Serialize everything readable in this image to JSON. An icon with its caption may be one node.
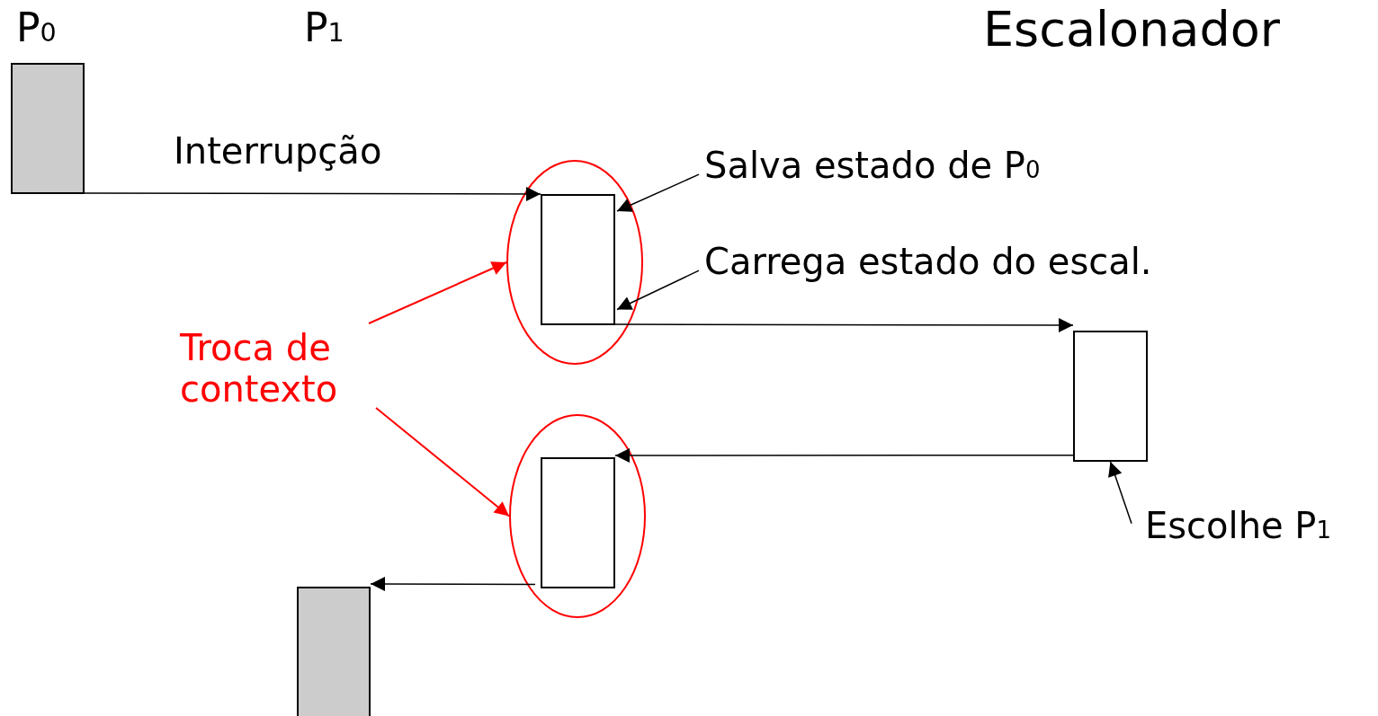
{
  "diagram": {
    "nodes": [
      {
        "text": [],
        "shape": "box"
      },
      {
        "text": [],
        "shape": "ellipse"
      },
      {
        "text": [],
        "shape": "box",
        "in": 1
      },
      {
        "text": [
          "Salva estado de P$_{0}$"
        ]
      },
      {
        "text": [
          "Carrega estado do escal."
        ]
      },
      {
        "text": [
          "Troca de contexto"
        ]
      },
      {
        "text": [],
        "shape": "box"
      },
      {
        "text": [],
        "shape": "ellipse"
      },
      {
        "text": [],
        "shape": "box",
        "in": 7
      },
      {
        "text": [
          "Escolhe P$_{1}$"
        ]
      },
      {
        "text": [],
        "shape": "box"
      }
    ],
    "edges": [
      {
        "from": 0,
        "to": 2,
        "arrow": "to",
        "label": "Interrupção"
      },
      {
        "from": 3,
        "to": 2,
        "arrow": "to"
      },
      {
        "from": 4,
        "to": 2,
        "arrow": "to"
      },
      {
        "from": 5,
        "to": 1,
        "arrow": "to",
        "color": "#ff0000"
      },
      {
        "from": 5,
        "to": 7,
        "arrow": "to",
        "color": "#ff0000"
      },
      {
        "from": 2,
        "to": 6,
        "arrow": "to"
      },
      {
        "from": 6,
        "to": 8,
        "arrow": "to"
      },
      {
        "from": 8,
        "to": 10,
        "arrow": "to"
      },
      {
        "from": 9,
        "to": 6,
        "arrow": "to"
      }
    ],
    "labels": [
      "P$_{0}$",
      "P$_{1}$",
      "Escalonador"
    ]
  }
}
